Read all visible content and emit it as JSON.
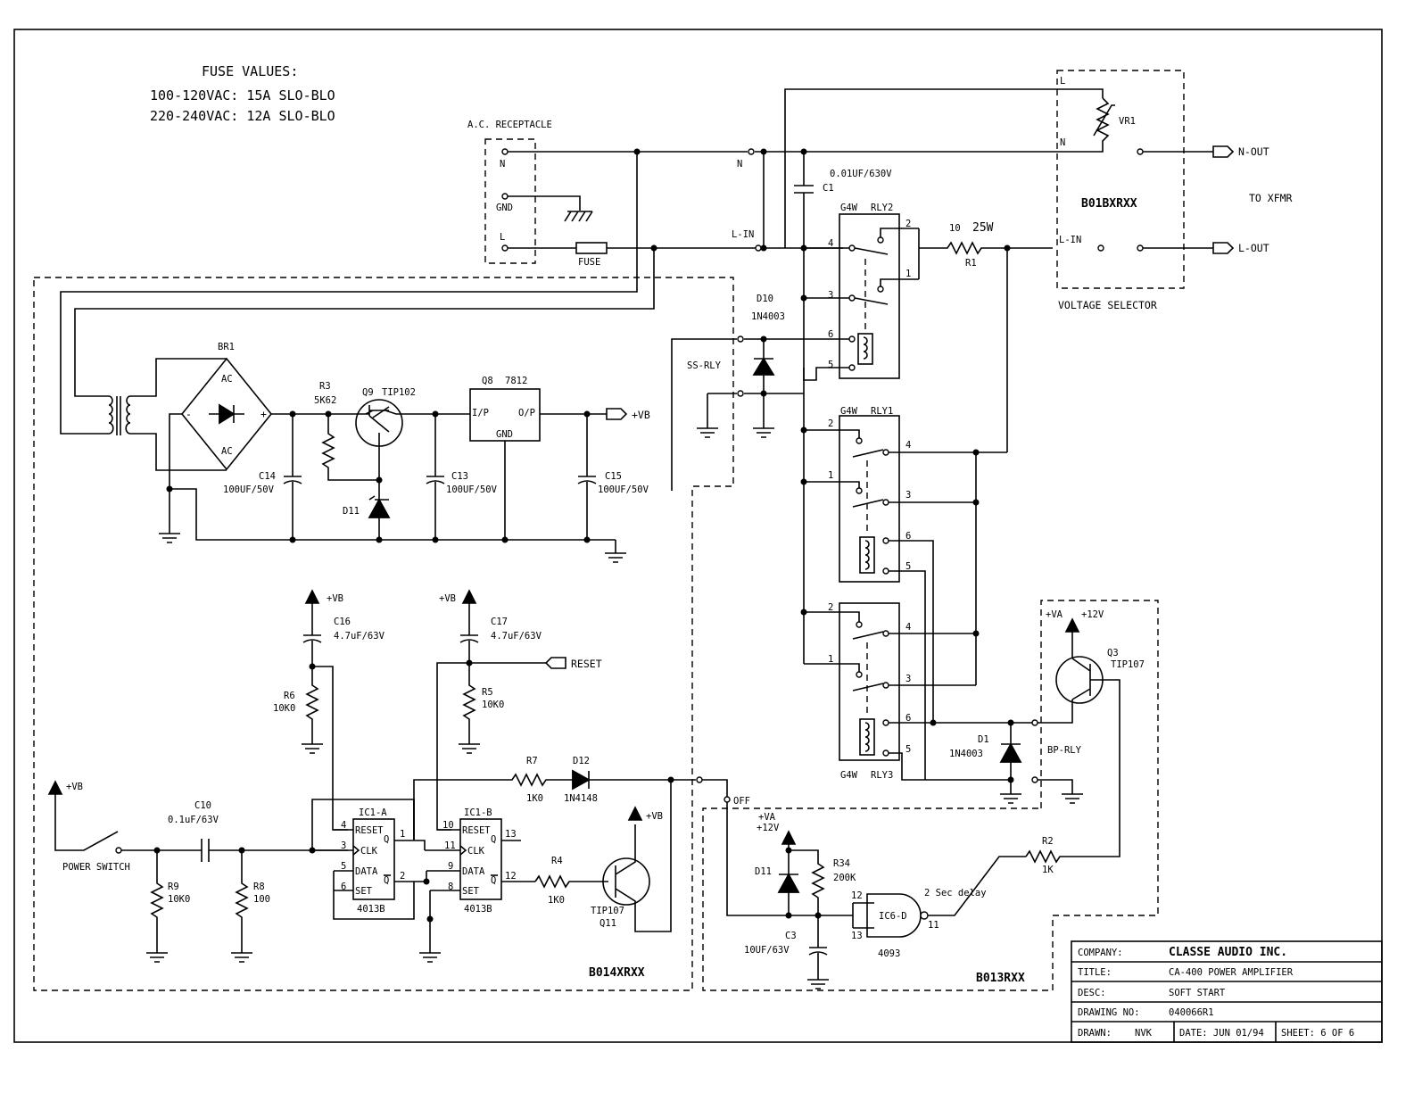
{
  "fuse_values": {
    "heading": "FUSE VALUES:",
    "line1": "100-120VAC: 15A SLO-BLO",
    "line2": "220-240VAC: 12A SLO-BLO"
  },
  "ac_receptacle": {
    "label": "A.C. RECEPTACLE",
    "n": "N",
    "gnd": "GND",
    "l": "L",
    "fuse": "FUSE"
  },
  "nodes": {
    "n": "N",
    "l_in": "L-IN",
    "l_in2": "L-IN",
    "ss_rly": "SS-RLY",
    "bp_rly": "BP-RLY",
    "off": "OFF"
  },
  "voltage_selector": {
    "label": "VOLTAGE SELECTOR",
    "board": "B01BXRXX",
    "l": "L",
    "n": "N",
    "vr1": "VR1",
    "n_out": "N-OUT",
    "l_out": "L-OUT",
    "to_xfmr": "TO XFMR"
  },
  "components": {
    "c1": "C1",
    "c1_val": "0.01UF/630V",
    "rly2_type": "G4W",
    "rly2": "RLY2",
    "r1_val": "10",
    "r1_w": "25W",
    "r1": "R1",
    "d10": "D10",
    "d10_val": "1N4003",
    "rly1_type": "G4W",
    "rly1": "RLY1",
    "rly3_type": "G4W",
    "rly3": "RLY3",
    "br1": "BR1",
    "ac_top": "AC",
    "ac_bot": "AC",
    "minus": "-",
    "plus": "+",
    "r3": "R3",
    "r3_val": "5K62",
    "q9": "Q9",
    "q9_val": "TIP102",
    "q8": "Q8",
    "q8_val": "7812",
    "ip": "I/P",
    "op": "O/P",
    "gnd": "GND",
    "vb_out": "+VB",
    "c14": "C14",
    "c14_val": "100UF/50V",
    "c13": "C13",
    "c13_val": "100UF/50V",
    "c15": "C15",
    "c15_val": "100UF/50V",
    "d11a": "D11",
    "vb1": "+VB",
    "c16": "C16",
    "c16_val": "4.7uF/63V",
    "r6": "R6",
    "r6_val": "10K0",
    "vb2": "+VB",
    "c17": "C17",
    "c17_val": "4.7uF/63V",
    "reset": "RESET",
    "r5": "R5",
    "r5_val": "10K0",
    "r7": "R7",
    "r7_val": "1K0",
    "d12": "D12",
    "d12_val": "1N4148",
    "d1": "D1",
    "d1_val": "1N4003",
    "va": "+VA",
    "v12": "+12V",
    "q3": "Q3",
    "q3_val": "TIP107",
    "vb3": "+VB",
    "c10": "C10",
    "c10_val": "0.1uF/63V",
    "power_switch": "POWER SWITCH",
    "r9": "R9",
    "r9_val": "10K0",
    "r8": "R8",
    "r8_val": "100",
    "ic1a": "IC1-A",
    "ic1b": "IC1-B",
    "ic_4013a": "4013B",
    "ic_4013b": "4013B",
    "reset_pin": "RESET",
    "clk_pin": "CLK",
    "data_pin": "DATA",
    "set_pin": "SET",
    "q_pin": "Q",
    "qbar_pin": "Q",
    "r4": "R4",
    "r4_val": "1K0",
    "vb4": "+VB",
    "q11": "Q11",
    "q11_val": "TIP107",
    "va2": "+VA",
    "v12b": "+12V",
    "d11b": "D11",
    "r34": "R34",
    "r34_val": "200K",
    "c3": "C3",
    "c3_val": "10UF/63V",
    "ic6d": "IC6-D",
    "ic6d_type": "4093",
    "r2": "R2",
    "r2_val": "1K",
    "delay": "2 Sec delay"
  },
  "boards": {
    "b014": "B014XRXX",
    "b013": "B013RXX"
  },
  "title_block": {
    "company_label": "COMPANY:",
    "company": "CLASSE AUDIO INC.",
    "title_label": "TITLE:",
    "title": "CA-400 POWER AMPLIFIER",
    "desc_label": "DESC:",
    "desc": "SOFT START",
    "drawing_label": "DRAWING NO:",
    "drawing": "040066R1",
    "drawn_label": "DRAWN:",
    "drawn": "NVK",
    "date": "DATE: JUN 01/94",
    "sheet": "SHEET:  6 OF 6"
  }
}
